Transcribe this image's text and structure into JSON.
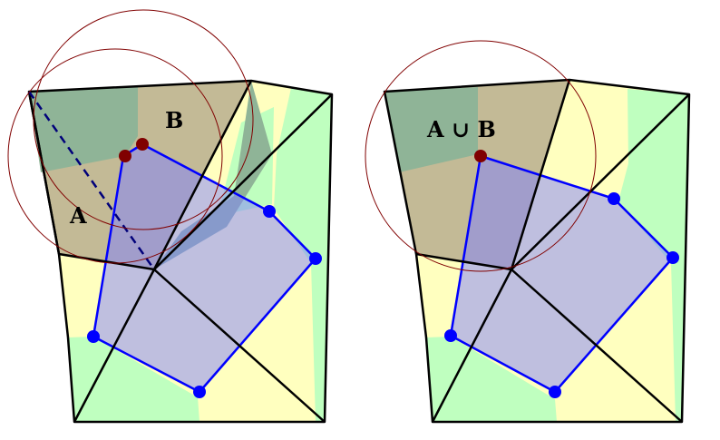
{
  "colors": {
    "yellow_region": "#ffffbf",
    "green_region": "#bfffbf",
    "dark_green_region": "#8fb497",
    "brown_region": "#c3ba96",
    "polygon_fill": "#8080ff",
    "polygon_edge": "#0000ff",
    "vertex_blue": "#0000ff",
    "vertex_red": "#800000",
    "circle": "#800000",
    "edges": "#000000"
  },
  "labels": {
    "left_a": "A",
    "left_b": "B",
    "right_union": "A ∪ B"
  }
}
